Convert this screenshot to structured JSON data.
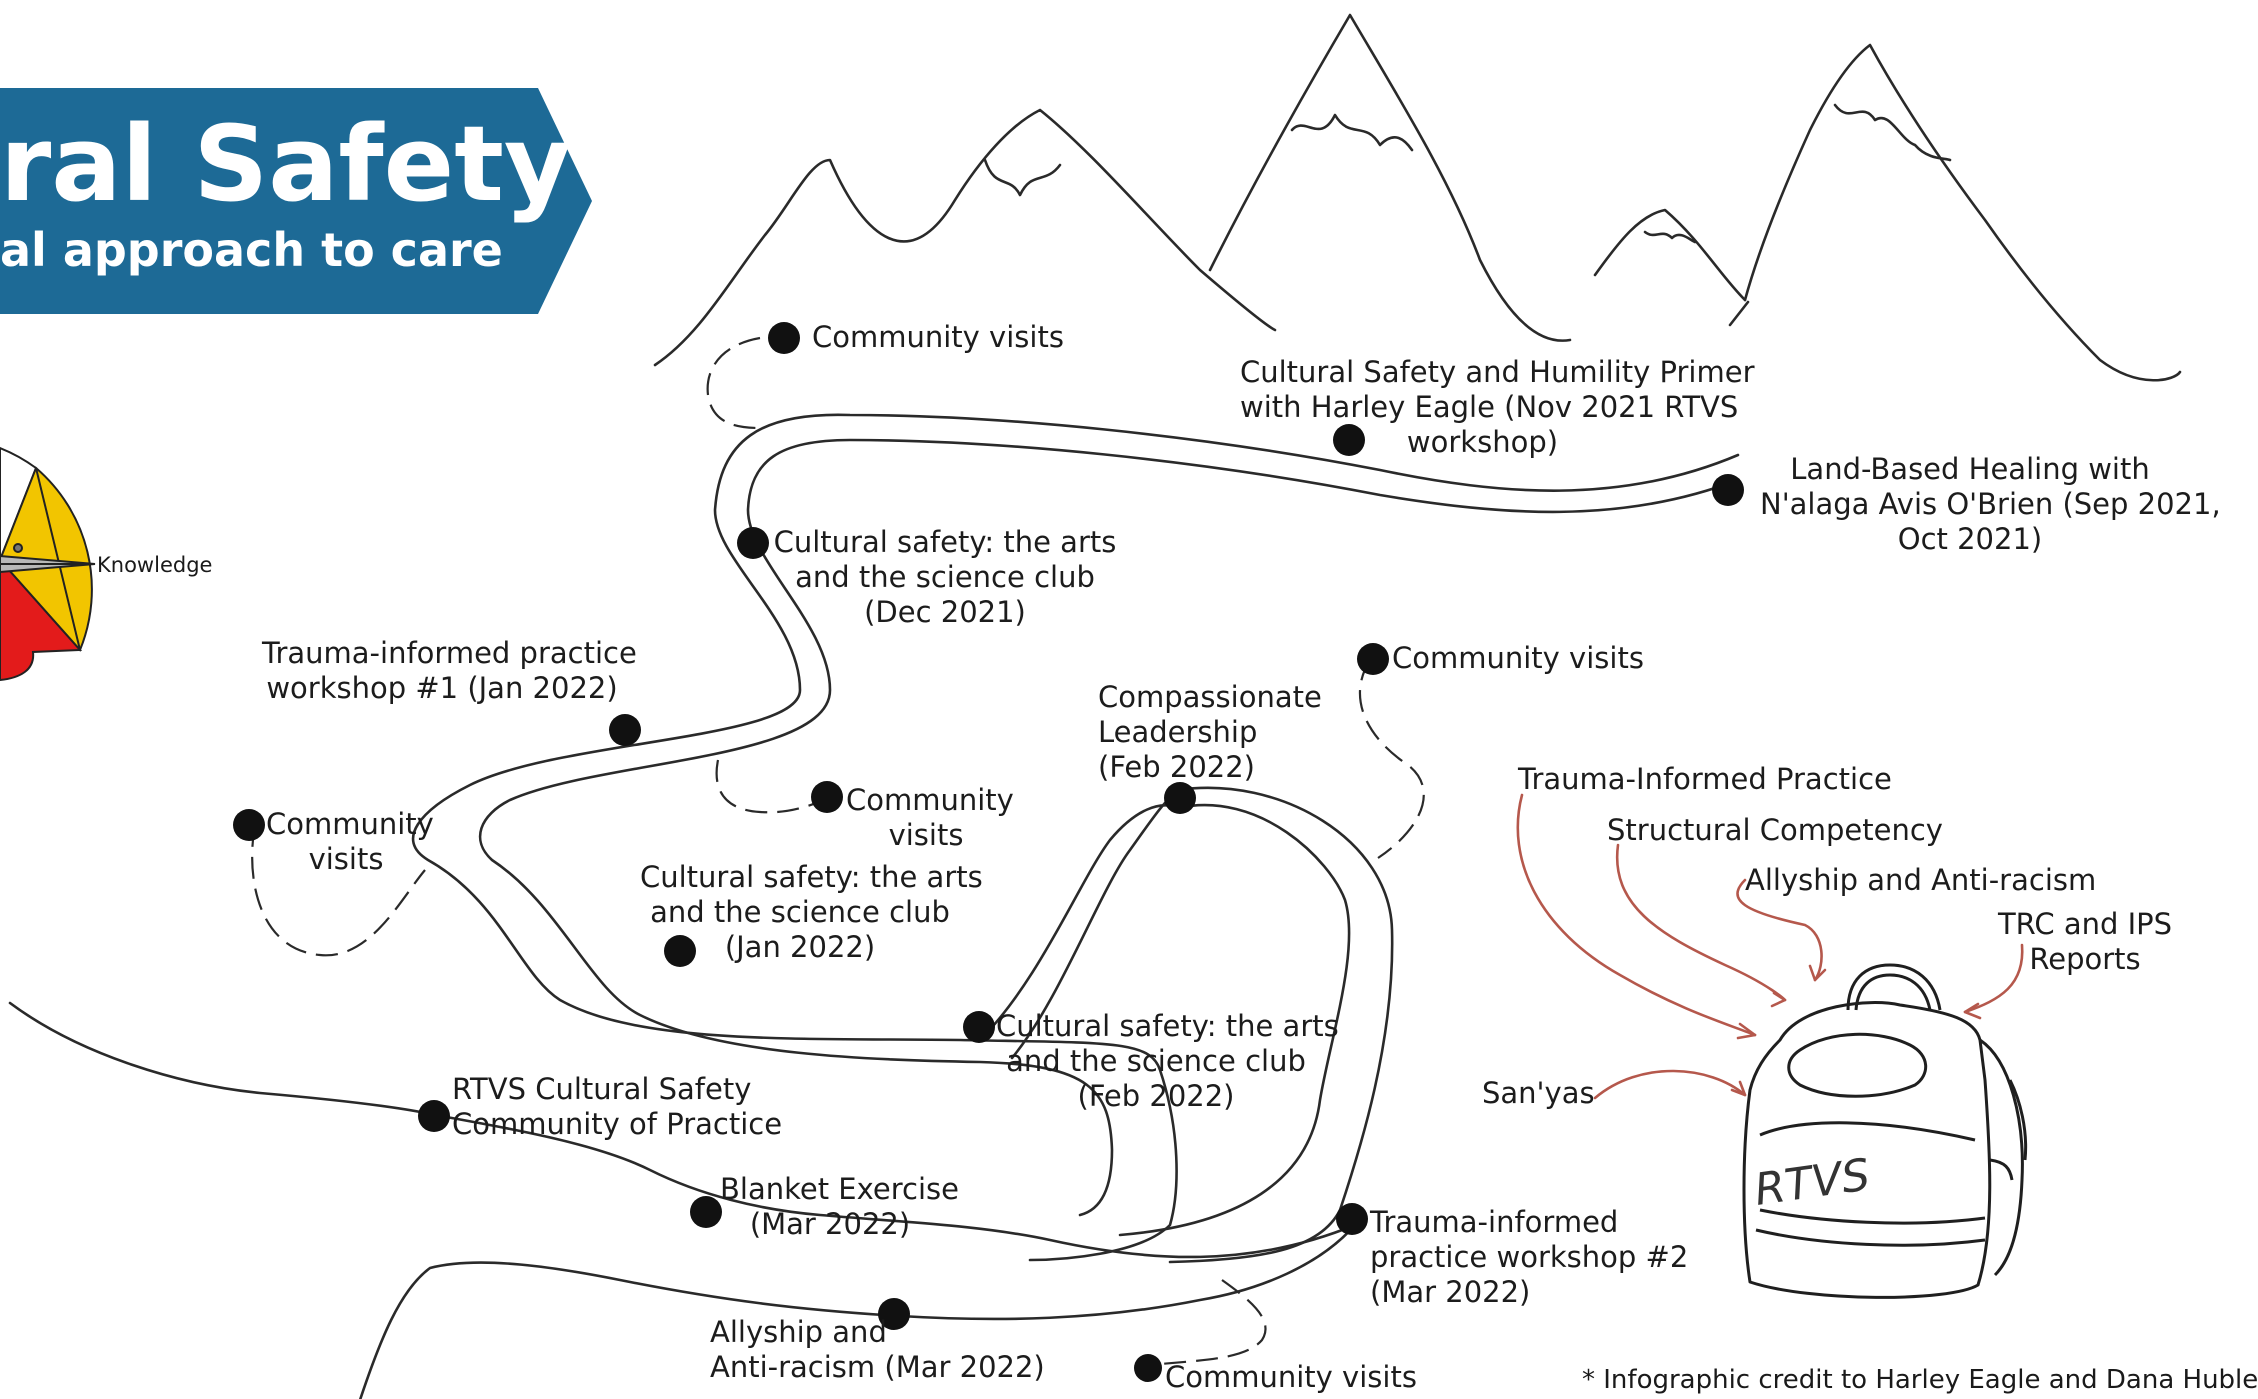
{
  "banner": {
    "title": "ral Safety",
    "subtitle": "al approach to care"
  },
  "wheel": {
    "label": "Knowledge"
  },
  "events": {
    "community_visits_top": "Community visits",
    "primer": [
      "Cultural Safety and Humility Primer",
      "with Harley Eagle (Nov 2021 RTVS",
      "workshop)"
    ],
    "land_based": [
      "Land-Based Healing with",
      "N'alaga Avis O'Brien (Sep 2021,",
      "Oct 2021)"
    ],
    "arts_dec": [
      "Cultural safety: the arts",
      "and the science club",
      "(Dec 2021)"
    ],
    "trauma1": [
      "Trauma-informed practice",
      "workshop #1 (Jan 2022)"
    ],
    "community_visits_right": "Community visits",
    "compassionate": [
      "Compassionate",
      "Leadership",
      "(Feb 2022)"
    ],
    "community_visits_mid": [
      "Community",
      "visits"
    ],
    "community_visits_left": [
      "Community",
      "visits"
    ],
    "arts_jan": [
      "Cultural safety: the arts",
      "and the science club",
      "(Jan 2022)"
    ],
    "arts_feb": [
      "Cultural safety: the arts",
      "and the science club",
      "(Feb 2022)"
    ],
    "rtvs_cop": [
      "RTVS Cultural Safety",
      "Community of Practice"
    ],
    "blanket": [
      "Blanket Exercise",
      "(Mar 2022)"
    ],
    "trauma2": [
      "Trauma-informed",
      "practice workshop #2",
      "(Mar 2022)"
    ],
    "allyship_event": [
      "Allyship and",
      "Anti-racism (Mar 2022)"
    ],
    "community_visits_bottom": "Community visits"
  },
  "backpack": {
    "label": "RTVS",
    "inputs": {
      "trauma": "Trauma-Informed Practice",
      "structural": "Structural Competency",
      "allyship": "Allyship and Anti-racism",
      "trc": [
        "TRC  and IPS",
        "Reports"
      ],
      "sanyas": "San'yas"
    }
  },
  "credit": "* Infographic credit to Harley Eagle and Dana Huble",
  "colors": {
    "banner": "#1d6a96",
    "arrow": "#b5584c",
    "wheel_yellow": "#f2c500",
    "wheel_red": "#e31b1b",
    "ink": "#1a1a1a"
  }
}
